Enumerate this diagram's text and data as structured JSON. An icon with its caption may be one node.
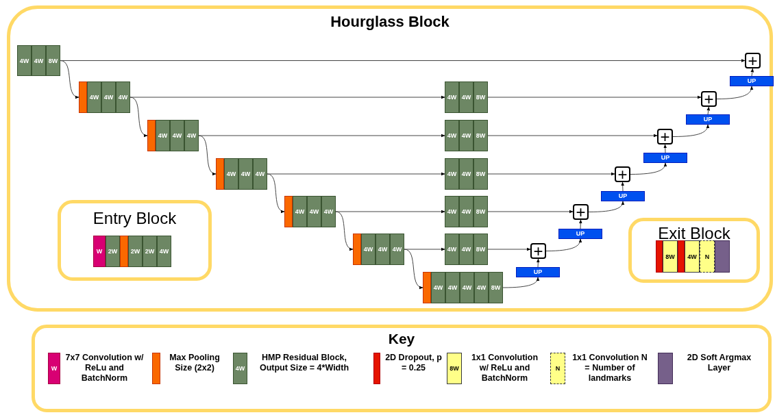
{
  "diagram": {
    "nodes": [
      {
        "text": [
          "Hourglass Block"
        ]
      },
      {
        "text": [
          "4W",
          "4W",
          "8W"
        ],
        "in": 0
      },
      {
        "text": [
          "4W",
          "4W",
          "4W"
        ],
        "in": 0
      },
      {
        "text": [
          "4W",
          "4W",
          "4W"
        ],
        "in": 0
      },
      {
        "text": [
          "4W",
          "4W",
          "4W"
        ],
        "in": 0
      },
      {
        "text": [
          "4W",
          "4W",
          "4W"
        ],
        "in": 0
      },
      {
        "text": [
          "4W",
          "4W",
          "4W"
        ],
        "in": 0
      },
      {
        "text": [
          "4W",
          "4W",
          "4W",
          "4W",
          "8W"
        ],
        "in": 0
      },
      {
        "text": [
          "4W",
          "4W",
          "8W"
        ],
        "in": 0
      },
      {
        "text": [
          "4W",
          "4W",
          "8W"
        ],
        "in": 0
      },
      {
        "text": [
          "4W",
          "4W",
          "8W"
        ],
        "in": 0
      },
      {
        "text": [
          "4W",
          "4W",
          "8W"
        ],
        "in": 0
      },
      {
        "text": [
          "4W",
          "4W",
          "8W"
        ],
        "in": 0
      },
      {
        "text": [
          "+"
        ],
        "in": 0
      },
      {
        "text": [
          "+"
        ],
        "in": 0
      },
      {
        "text": [
          "+"
        ],
        "in": 0
      },
      {
        "text": [
          "+"
        ],
        "in": 0
      },
      {
        "text": [
          "+"
        ],
        "in": 0
      },
      {
        "text": [
          "+"
        ],
        "in": 0
      },
      {
        "text": [
          "UP"
        ],
        "in": 0
      },
      {
        "text": [
          "UP"
        ],
        "in": 0
      },
      {
        "text": [
          "UP"
        ],
        "in": 0
      },
      {
        "text": [
          "UP"
        ],
        "in": 0
      },
      {
        "text": [
          "UP"
        ],
        "in": 0
      },
      {
        "text": [
          "UP"
        ],
        "in": 0
      },
      {
        "text": [
          "Entry Block"
        ],
        "in": 0
      },
      {
        "text": [
          "W",
          "2W",
          "2W",
          "2W",
          "4W"
        ],
        "in": 25
      },
      {
        "text": [
          "Exit Block"
        ],
        "in": 0
      },
      {
        "text": [
          "8W",
          "4W",
          "N"
        ],
        "in": 27
      },
      {
        "text": [
          "Key"
        ]
      },
      {
        "text": [
          "W"
        ],
        "in": 29,
        "beside": [
          "7x7 Convolution w/ ReLu and BatchNorm"
        ]
      },
      {
        "text": [],
        "shape": "bar",
        "in": 29,
        "beside": [
          "Max Pooling Size (2x2)"
        ]
      },
      {
        "text": [
          "4W"
        ],
        "in": 29,
        "beside": [
          "HMP Residual Block, Output Size = 4*Width"
        ]
      },
      {
        "text": [],
        "shape": "bar",
        "in": 29,
        "beside": [
          "2D Dropout, p = 0.25"
        ]
      },
      {
        "text": [
          "8W"
        ],
        "in": 29,
        "beside": [
          "1x1 Convolution w/ ReLu and BatchNorm"
        ]
      },
      {
        "text": [
          "N"
        ],
        "in": 29,
        "beside": [
          "1x1 Convolution N = Number of landmarks"
        ]
      },
      {
        "text": [],
        "shape": "bar",
        "in": 29,
        "beside": [
          "2D Soft Argmax Layer"
        ]
      }
    ],
    "edges": [
      {
        "from": 1,
        "to": 2,
        "arrow": "to"
      },
      {
        "from": 2,
        "to": 3,
        "arrow": "to"
      },
      {
        "from": 3,
        "to": 4,
        "arrow": "to"
      },
      {
        "from": 4,
        "to": 5,
        "arrow": "to"
      },
      {
        "from": 5,
        "to": 6,
        "arrow": "to"
      },
      {
        "from": 6,
        "to": 7,
        "arrow": "to"
      },
      {
        "from": 1,
        "to": 13,
        "arrow": "to"
      },
      {
        "from": 2,
        "to": 8,
        "arrow": "to"
      },
      {
        "from": 3,
        "to": 9,
        "arrow": "to"
      },
      {
        "from": 4,
        "to": 10,
        "arrow": "to"
      },
      {
        "from": 5,
        "to": 11,
        "arrow": "to"
      },
      {
        "from": 6,
        "to": 12,
        "arrow": "to"
      },
      {
        "from": 8,
        "to": 14,
        "arrow": "to"
      },
      {
        "from": 9,
        "to": 15,
        "arrow": "to"
      },
      {
        "from": 10,
        "to": 16,
        "arrow": "to"
      },
      {
        "from": 11,
        "to": 17,
        "arrow": "to"
      },
      {
        "from": 12,
        "to": 18,
        "arrow": "to"
      },
      {
        "from": 7,
        "to": 24,
        "arrow": "to"
      },
      {
        "from": 24,
        "to": 18,
        "arrow": "to"
      },
      {
        "from": 18,
        "to": 23,
        "arrow": "to"
      },
      {
        "from": 23,
        "to": 17,
        "arrow": "to"
      },
      {
        "from": 17,
        "to": 22,
        "arrow": "to"
      },
      {
        "from": 22,
        "to": 16,
        "arrow": "to"
      },
      {
        "from": 16,
        "to": 21,
        "arrow": "to"
      },
      {
        "from": 21,
        "to": 15,
        "arrow": "to"
      },
      {
        "from": 15,
        "to": 20,
        "arrow": "to"
      },
      {
        "from": 20,
        "to": 14,
        "arrow": "to"
      },
      {
        "from": 14,
        "to": 19,
        "arrow": "to"
      },
      {
        "from": 19,
        "to": 13,
        "arrow": "to"
      }
    ]
  }
}
